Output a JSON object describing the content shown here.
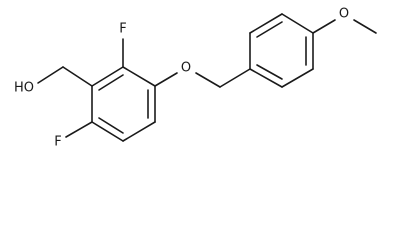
{
  "molecule": {
    "atoms": {
      "hydroxyl": "HO",
      "fluorine_top": "F",
      "fluorine_bottom": "F",
      "ether_oxygen": "O",
      "methoxy_oxygen": "O"
    }
  }
}
